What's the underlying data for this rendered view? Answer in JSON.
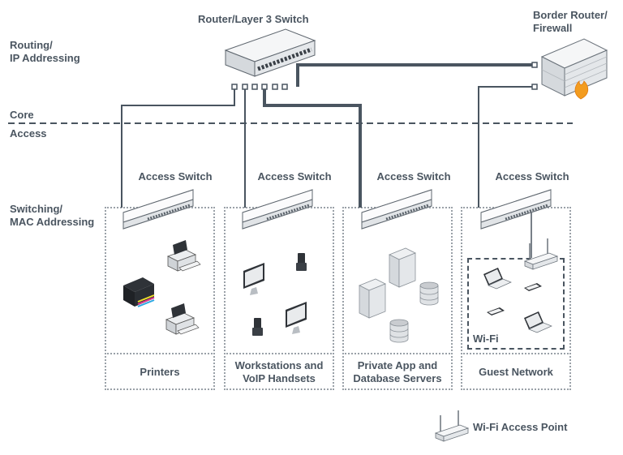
{
  "layers": {
    "routing": "Routing/\nIP Addressing",
    "core": "Core",
    "access": "Access",
    "switching": "Switching/\nMAC Addressing"
  },
  "devices": {
    "router": "Router/Layer 3 Switch",
    "border": "Border Router/\nFirewall"
  },
  "zones": [
    {
      "switch_label": "Access Switch",
      "name": "Printers"
    },
    {
      "switch_label": "Access Switch",
      "name": "Workstations and\nVoIP Handsets"
    },
    {
      "switch_label": "Access Switch",
      "name": "Private App and\nDatabase Servers"
    },
    {
      "switch_label": "Access Switch",
      "name": "Guest Network"
    }
  ],
  "wifi_label": "Wi-Fi",
  "legend": {
    "wifi_ap": "Wi-Fi Access Point"
  },
  "colors": {
    "line": "#4a5560",
    "text": "#4a5560",
    "dotted": "#9aa1a8",
    "flame": "#f39c1f"
  }
}
